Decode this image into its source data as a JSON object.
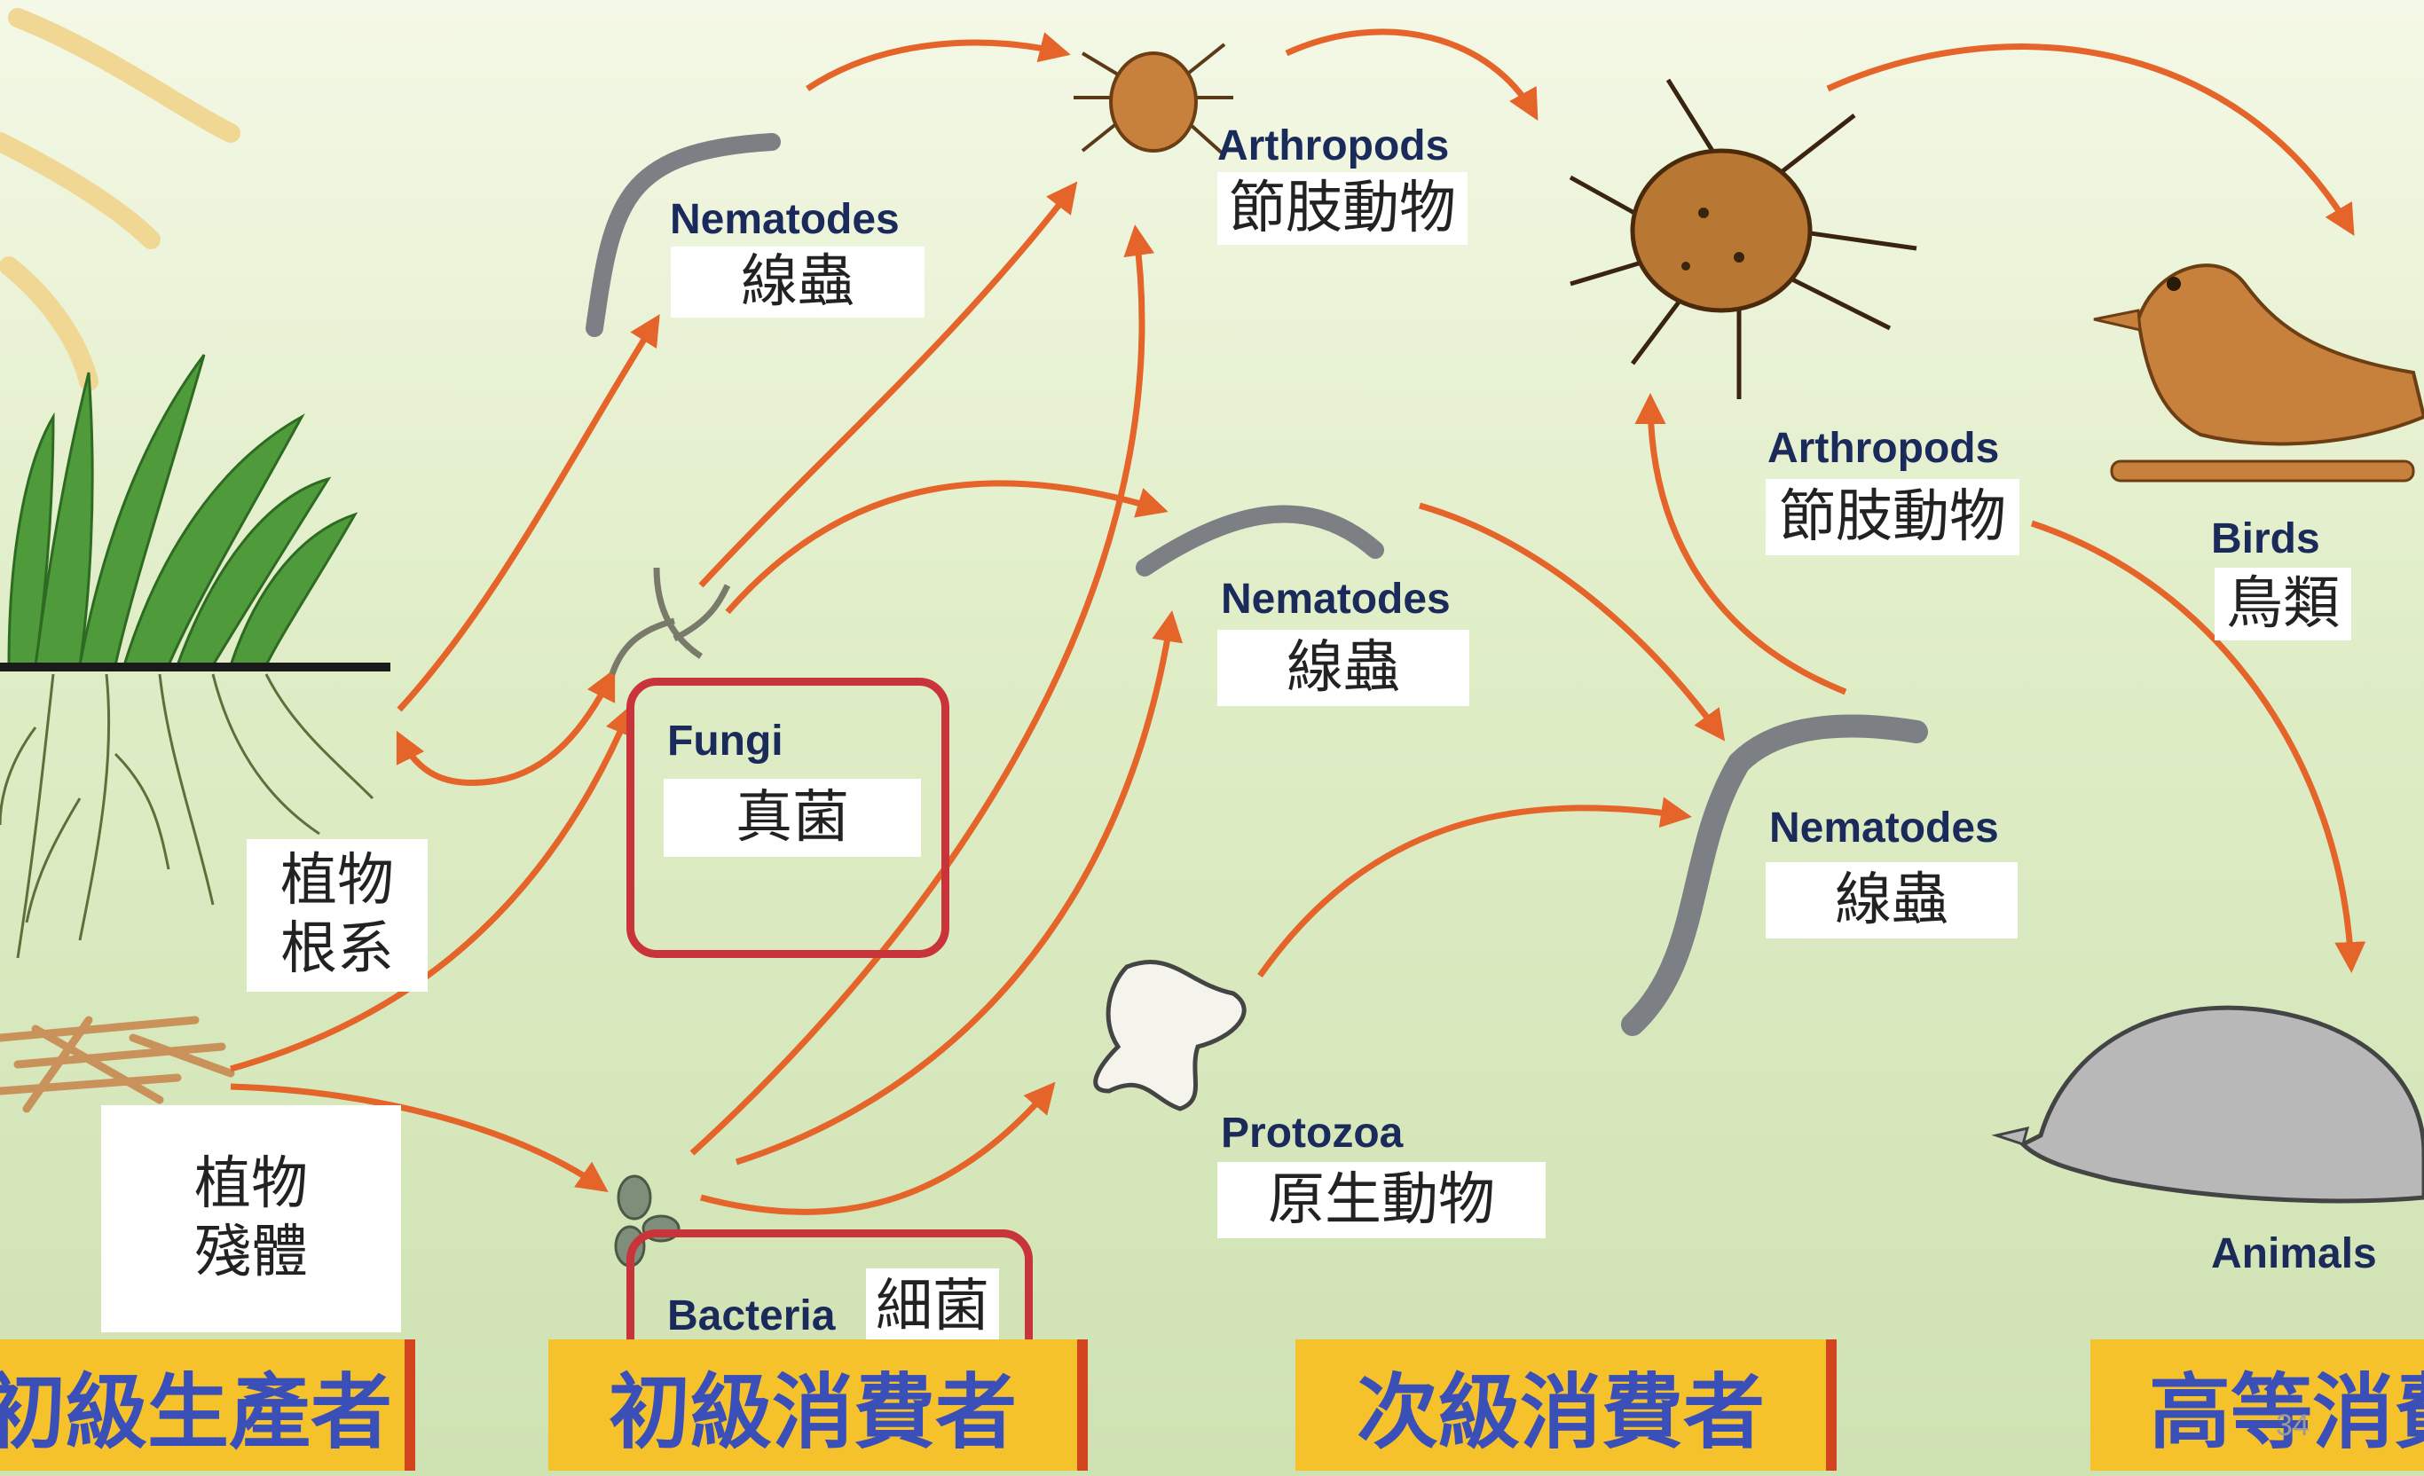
{
  "organisms": {
    "nematodes_1": {
      "en": "Nematodes",
      "zh": "線蟲"
    },
    "arthropods_1": {
      "en": "Arthropods",
      "zh": "節肢動物"
    },
    "fungi": {
      "en": "Fungi",
      "zh": "真菌"
    },
    "nematodes_2": {
      "en": "Nematodes",
      "zh": "線蟲"
    },
    "arthropods_2": {
      "en": "Arthropods",
      "zh": "節肢動物"
    },
    "birds": {
      "en": "Birds",
      "zh": "鳥類"
    },
    "nematodes_3": {
      "en": "Nematodes",
      "zh": "線蟲"
    },
    "protozoa": {
      "en": "Protozoa",
      "zh": "原生動物"
    },
    "bacteria": {
      "en": "Bacteria",
      "zh": "細菌"
    },
    "animals": {
      "en": "Animals"
    },
    "plant_roots": {
      "zh": "植物根系"
    },
    "plant_residue": {
      "zh": "植物殘體"
    }
  },
  "trophic_levels": [
    {
      "label": "初級生產者"
    },
    {
      "label": "初級消費者"
    },
    {
      "label": "次級消費者"
    },
    {
      "label": "高等消費者"
    }
  ],
  "page_number": "34",
  "colors": {
    "arrow": "#e4642a",
    "highlight": "#c8343a",
    "footer_bg": "#f6c22c",
    "footer_text": "#3a4fb8",
    "english_label": "#1a2a5a"
  }
}
